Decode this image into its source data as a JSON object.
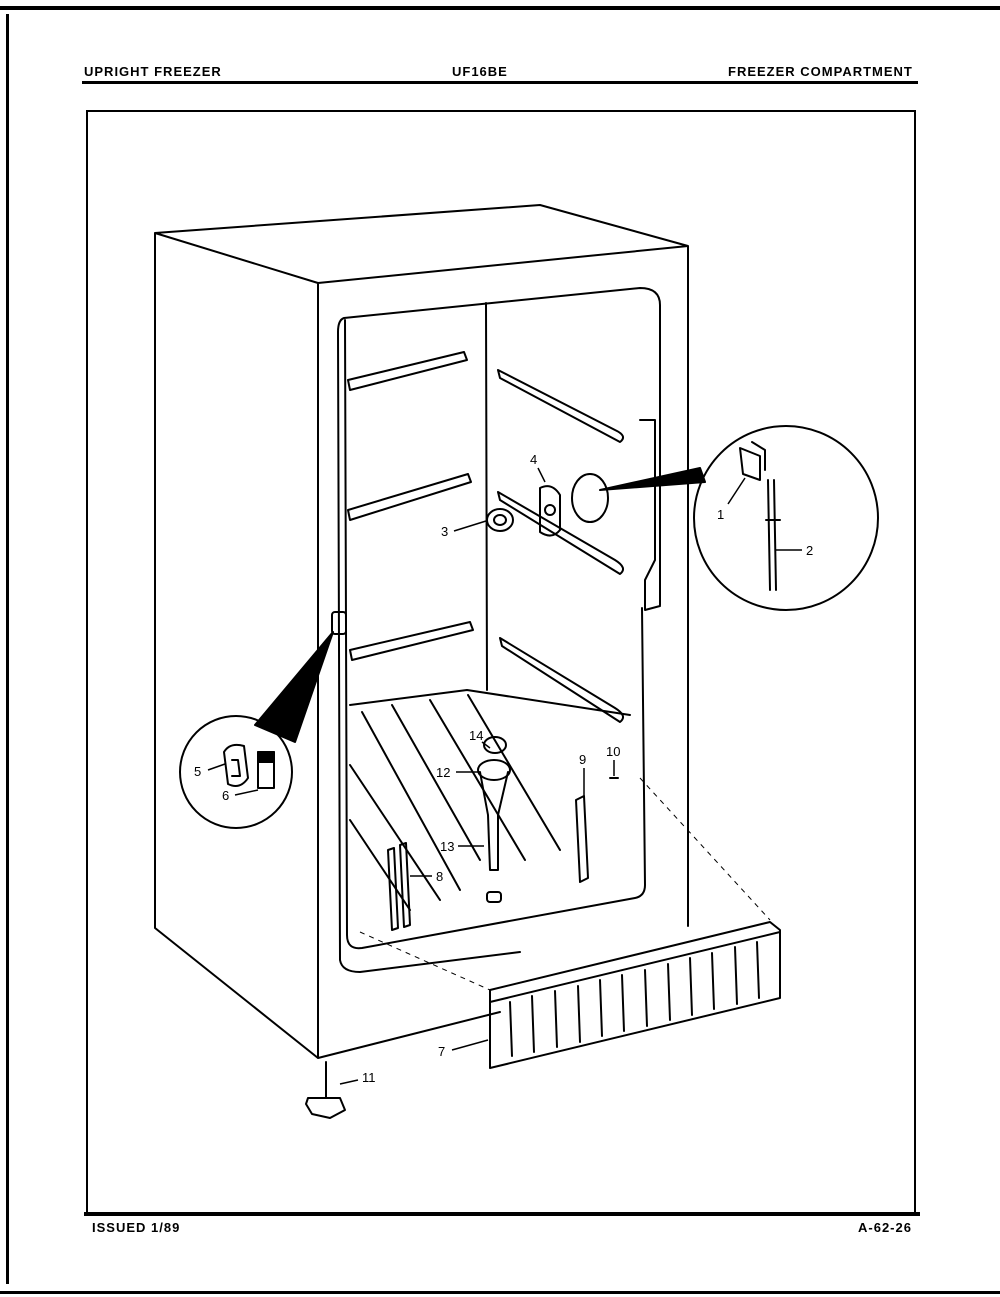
{
  "header": {
    "left": "UPRIGHT FREEZER",
    "center": "UF16BE",
    "right": "FREEZER COMPARTMENT"
  },
  "footer": {
    "left": "ISSUED 1/89",
    "right": "A-62-26"
  },
  "callouts": {
    "c1": "1",
    "c2": "2",
    "c3": "3",
    "c4": "4",
    "c5": "5",
    "c6": "6",
    "c7": "7",
    "c8": "8",
    "c9": "9",
    "c10": "10",
    "c11": "11",
    "c12": "12",
    "c13": "13",
    "c14": "14"
  }
}
